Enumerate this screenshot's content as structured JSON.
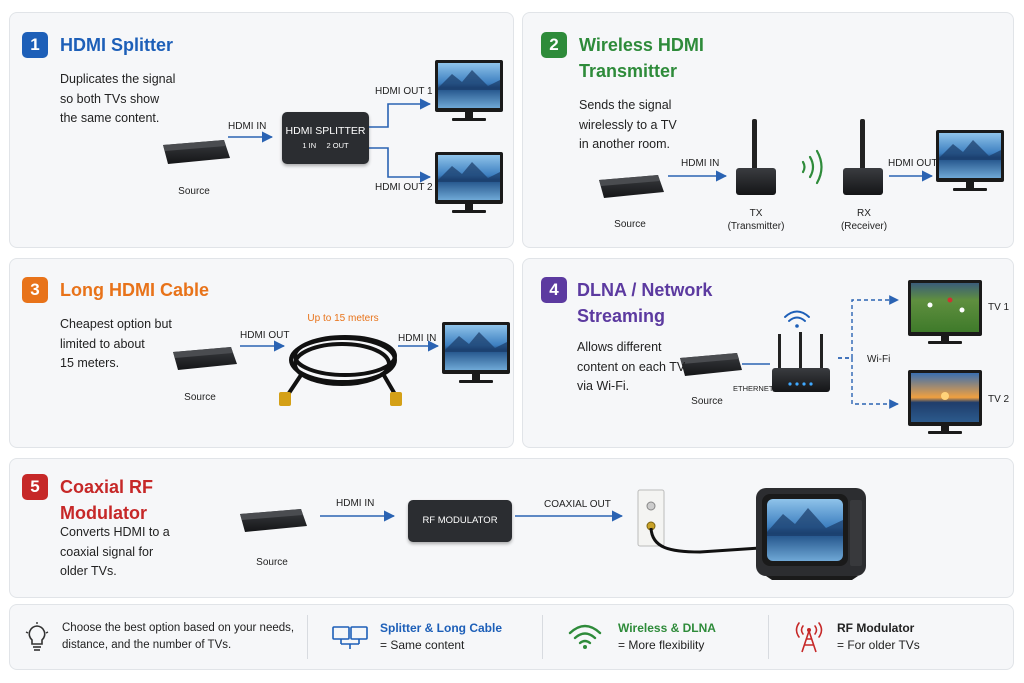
{
  "colors": {
    "blue": "#1d5fb8",
    "green": "#2e8b3a",
    "orange": "#e8731a",
    "purple": "#5c3aa0",
    "red": "#c62828",
    "arrow": "#2a63b3"
  },
  "panels": [
    {
      "num": "1",
      "title_lines": [
        "HDMI Splitter"
      ],
      "desc_lines": [
        "Duplicates the signal",
        "so both TVs show",
        "the same content."
      ]
    },
    {
      "num": "2",
      "title_lines": [
        "Wireless HDMI",
        "Transmitter"
      ],
      "desc_lines": [
        "Sends the signal",
        "wirelessly to a TV",
        "in another room."
      ]
    },
    {
      "num": "3",
      "title_lines": [
        "Long HDMI Cable"
      ],
      "desc_lines": [
        "Cheapest option but",
        "limited to about",
        "15 meters."
      ]
    },
    {
      "num": "4",
      "title_lines": [
        "DLNA / Network",
        "Streaming"
      ],
      "desc_lines": [
        "Allows different",
        "content on each TV",
        "via Wi-Fi."
      ]
    },
    {
      "num": "5",
      "title_lines": [
        "Coaxial RF",
        "Modulator"
      ],
      "desc_lines": [
        "Converts HDMI to a",
        "coaxial signal for",
        "older TVs."
      ]
    }
  ],
  "p1": {
    "source": "Source",
    "hdmi_in": "HDMI IN",
    "splitter_name": "HDMI SPLITTER",
    "splitter_ports": "1 IN     2 OUT",
    "out1": "HDMI OUT 1",
    "out2": "HDMI OUT 2"
  },
  "p2": {
    "source": "Source",
    "hdmi_in": "HDMI IN",
    "tx": "TX",
    "tx_sub": "(Transmitter)",
    "rx": "RX",
    "rx_sub": "(Receiver)",
    "hdmi_out": "HDMI OUT"
  },
  "p3": {
    "source": "Source",
    "hdmi_out": "HDMI OUT",
    "length": "Up to 15 meters",
    "hdmi_in": "HDMI IN"
  },
  "p4": {
    "source": "Source",
    "ethernet": "ETHERNET",
    "wifi": "Wi-Fi",
    "tv1": "TV 1",
    "tv2": "TV 2"
  },
  "p5": {
    "source": "Source",
    "hdmi_in": "HDMI IN",
    "modulator": "RF MODULATOR",
    "coax_out": "COAXIAL OUT"
  },
  "footer": {
    "tip": [
      "Choose the best option based on your needs,",
      "distance, and the number of TVs."
    ],
    "items": [
      {
        "title": "Splitter & Long Cable",
        "sub": "= Same content",
        "icon": "monitors-icon"
      },
      {
        "title": "Wireless & DLNA",
        "sub": "= More flexibility",
        "icon": "wifi-icon"
      },
      {
        "title": "RF Modulator",
        "sub": "= For older TVs",
        "icon": "antenna-icon"
      }
    ]
  }
}
